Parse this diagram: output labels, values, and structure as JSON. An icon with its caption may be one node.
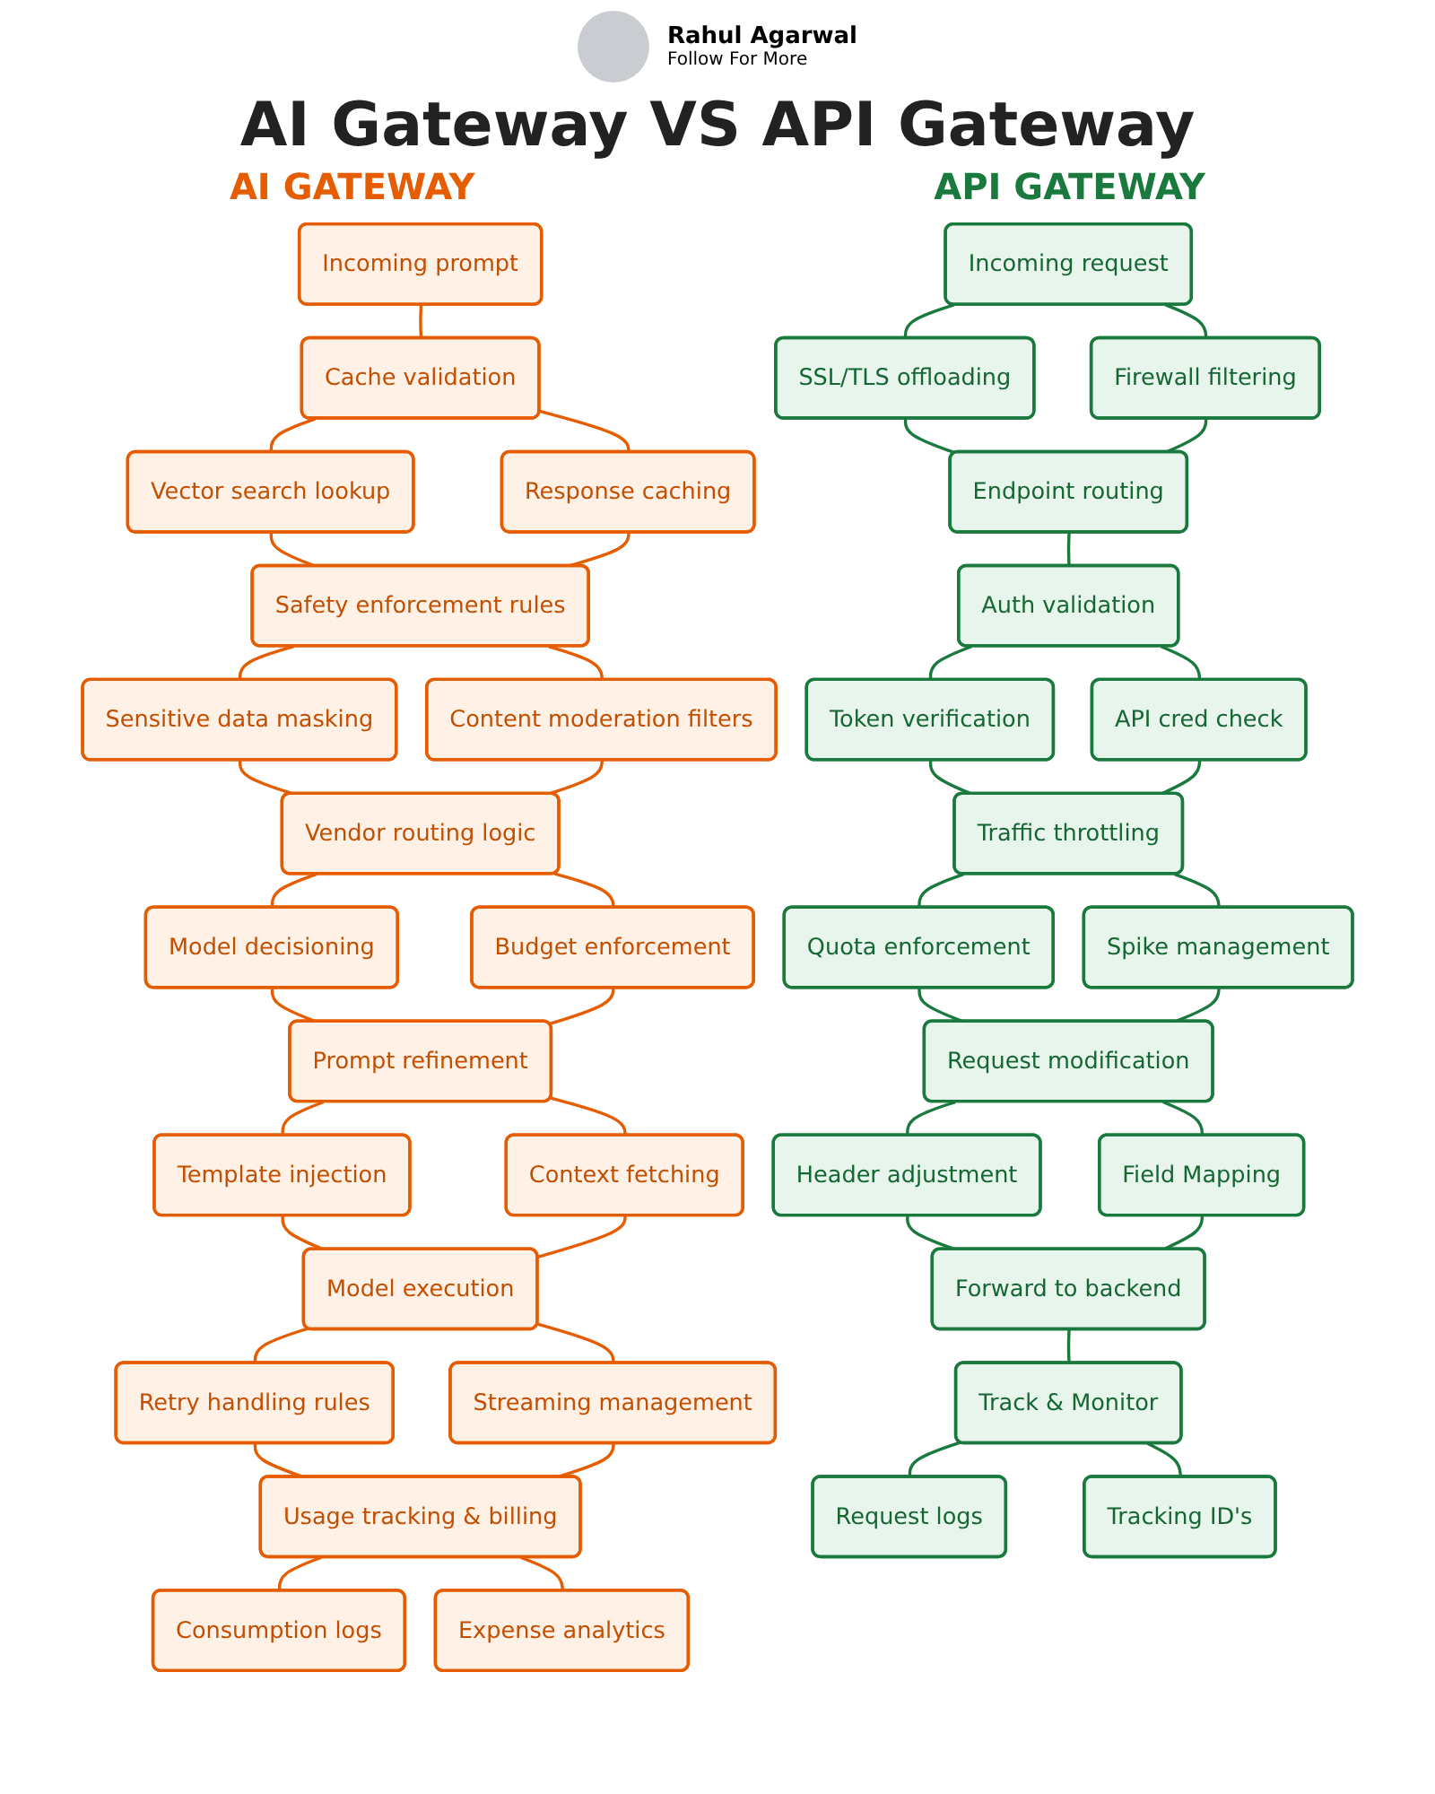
{
  "diagram": {
    "title": "AI Gateway VS API Gateway",
    "nodes": [
      {
        "text": [
          "Incoming prompt"
        ]
      },
      {
        "text": [
          "Cache validation"
        ]
      },
      {
        "text": [
          "Vector search lookup"
        ]
      },
      {
        "text": [
          "Response caching"
        ]
      },
      {
        "text": [
          "Safety enforcement rules"
        ]
      },
      {
        "text": [
          "Sensitive data masking"
        ]
      },
      {
        "text": [
          "Content moderation filters"
        ]
      },
      {
        "text": [
          "Vendor routing logic"
        ]
      },
      {
        "text": [
          "Model decisioning"
        ]
      },
      {
        "text": [
          "Budget enforcement"
        ]
      },
      {
        "text": [
          "Prompt refinement"
        ]
      },
      {
        "text": [
          "Template injection"
        ]
      },
      {
        "text": [
          "Context fetching"
        ]
      },
      {
        "text": [
          "Model execution"
        ]
      },
      {
        "text": [
          "Retry handling rules"
        ]
      },
      {
        "text": [
          "Streaming management"
        ]
      },
      {
        "text": [
          "Usage tracking & billing"
        ]
      },
      {
        "text": [
          "Consumption logs"
        ]
      },
      {
        "text": [
          "Expense analytics"
        ]
      },
      {
        "text": [
          "Incoming request"
        ]
      },
      {
        "text": [
          "SSL/TLS offloading"
        ]
      },
      {
        "text": [
          "Firewall filtering"
        ]
      },
      {
        "text": [
          "Endpoint routing"
        ]
      },
      {
        "text": [
          "Auth validation"
        ]
      },
      {
        "text": [
          "Token verification"
        ]
      },
      {
        "text": [
          "API cred check"
        ]
      },
      {
        "text": [
          "Traffic throttling"
        ]
      },
      {
        "text": [
          "Quota enforcement"
        ]
      },
      {
        "text": [
          "Spike management"
        ]
      },
      {
        "text": [
          "Request modification"
        ]
      },
      {
        "text": [
          "Header adjustment"
        ]
      },
      {
        "text": [
          "Field Mapping"
        ]
      },
      {
        "text": [
          "Forward to backend"
        ]
      },
      {
        "text": [
          "Track & Monitor"
        ]
      },
      {
        "text": [
          "Request logs"
        ]
      },
      {
        "text": [
          "Tracking ID's"
        ]
      }
    ],
    "edges": [
      {
        "from": 0,
        "to": 1,
        "arrow": "none"
      },
      {
        "from": 1,
        "to": 2,
        "arrow": "none"
      },
      {
        "from": 1,
        "to": 3,
        "arrow": "none"
      },
      {
        "from": 2,
        "to": 4,
        "arrow": "none"
      },
      {
        "from": 3,
        "to": 4,
        "arrow": "none"
      },
      {
        "from": 4,
        "to": 5,
        "arrow": "none"
      },
      {
        "from": 4,
        "to": 6,
        "arrow": "none"
      },
      {
        "from": 5,
        "to": 7,
        "arrow": "none"
      },
      {
        "from": 6,
        "to": 7,
        "arrow": "none"
      },
      {
        "from": 7,
        "to": 8,
        "arrow": "none"
      },
      {
        "from": 7,
        "to": 9,
        "arrow": "none"
      },
      {
        "from": 8,
        "to": 10,
        "arrow": "none"
      },
      {
        "from": 9,
        "to": 10,
        "arrow": "none"
      },
      {
        "from": 10,
        "to": 11,
        "arrow": "none"
      },
      {
        "from": 10,
        "to": 12,
        "arrow": "none"
      },
      {
        "from": 11,
        "to": 13,
        "arrow": "none"
      },
      {
        "from": 12,
        "to": 13,
        "arrow": "none"
      },
      {
        "from": 13,
        "to": 14,
        "arrow": "none"
      },
      {
        "from": 13,
        "to": 15,
        "arrow": "none"
      },
      {
        "from": 14,
        "to": 16,
        "arrow": "none"
      },
      {
        "from": 15,
        "to": 16,
        "arrow": "none"
      },
      {
        "from": 16,
        "to": 17,
        "arrow": "none"
      },
      {
        "from": 16,
        "to": 18,
        "arrow": "none"
      },
      {
        "from": 19,
        "to": 20,
        "arrow": "none",
        "color": "#1a7a3e"
      },
      {
        "from": 19,
        "to": 21,
        "arrow": "none",
        "color": "#1a7a3e"
      },
      {
        "from": 20,
        "to": 22,
        "arrow": "none",
        "color": "#1a7a3e"
      },
      {
        "from": 21,
        "to": 22,
        "arrow": "none",
        "color": "#1a7a3e"
      },
      {
        "from": 22,
        "to": 23,
        "arrow": "none",
        "color": "#1a7a3e"
      },
      {
        "from": 23,
        "to": 24,
        "arrow": "none",
        "color": "#1a7a3e"
      },
      {
        "from": 23,
        "to": 25,
        "arrow": "none",
        "color": "#1a7a3e"
      },
      {
        "from": 24,
        "to": 26,
        "arrow": "none",
        "color": "#1a7a3e"
      },
      {
        "from": 25,
        "to": 26,
        "arrow": "none",
        "color": "#1a7a3e"
      },
      {
        "from": 26,
        "to": 27,
        "arrow": "none",
        "color": "#1a7a3e"
      },
      {
        "from": 26,
        "to": 28,
        "arrow": "none",
        "color": "#1a7a3e"
      },
      {
        "from": 27,
        "to": 29,
        "arrow": "none",
        "color": "#1a7a3e"
      },
      {
        "from": 28,
        "to": 29,
        "arrow": "none",
        "color": "#1a7a3e"
      },
      {
        "from": 29,
        "to": 30,
        "arrow": "none",
        "color": "#1a7a3e"
      },
      {
        "from": 29,
        "to": 31,
        "arrow": "none",
        "color": "#1a7a3e"
      },
      {
        "from": 30,
        "to": 32,
        "arrow": "none",
        "color": "#1a7a3e"
      },
      {
        "from": 31,
        "to": 32,
        "arrow": "none",
        "color": "#1a7a3e"
      },
      {
        "from": 32,
        "to": 33,
        "arrow": "none",
        "color": "#1a7a3e"
      },
      {
        "from": 33,
        "to": 34,
        "arrow": "none",
        "color": "#1a7a3e"
      },
      {
        "from": 33,
        "to": 35,
        "arrow": "none",
        "color": "#1a7a3e"
      }
    ],
    "labels": [
      "Rahul Agarwal",
      "Follow For More",
      "AI GATEWAY",
      "API GATEWAY"
    ]
  }
}
